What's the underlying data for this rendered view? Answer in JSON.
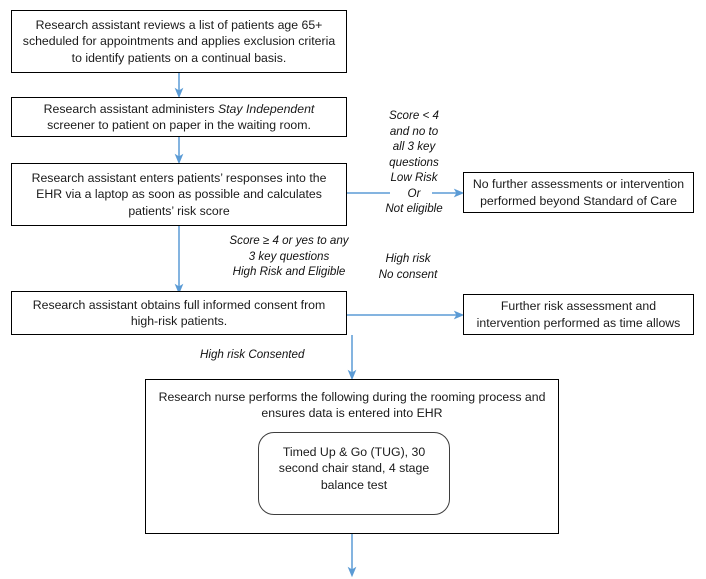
{
  "diagram": {
    "title": "Fall risk screening workflow flowchart",
    "accent_arrow_color": "#5b9bd5",
    "box_border_color": "#000000",
    "text_color": "#1a1a1a",
    "background": "#ffffff"
  },
  "nodes": {
    "step1": {
      "text": "Research assistant reviews a list of patients age 65+ scheduled for appointments and applies exclusion criteria to identify patients on a continual basis."
    },
    "step2": {
      "text_before": "Research assistant administers ",
      "text_italic": "Stay Independent",
      "text_after": " screener to patient on paper in the waiting room."
    },
    "step3": {
      "text": "Research assistant enters patients’ responses into the EHR via a laptop as soon as possible and calculates patients’ risk score"
    },
    "step4": {
      "text": "Research assistant obtains full informed consent from high-risk patients."
    },
    "step5": {
      "text": "Research nurse performs the following during the rooming process and ensures data is entered into EHR"
    },
    "step5_inner": {
      "text": "Timed Up & Go (TUG), 30 second chair stand, 4 stage balance test"
    },
    "outcome_low_risk": {
      "text": "No further assessments or intervention performed beyond Standard of Care"
    },
    "outcome_no_consent": {
      "text": "Further risk assessment and intervention performed as time allows"
    }
  },
  "edge_labels": {
    "low_risk": "Score < 4\nand no to\nall 3 key\nquestions\nLow Risk\nOr\nNot eligible",
    "high_risk_eligible": "Score ≥ 4 or yes to any\n3 key questions\nHigh Risk and Eligible",
    "high_risk_no_consent": "High risk\nNo consent",
    "high_risk_consented": "High risk Consented"
  }
}
